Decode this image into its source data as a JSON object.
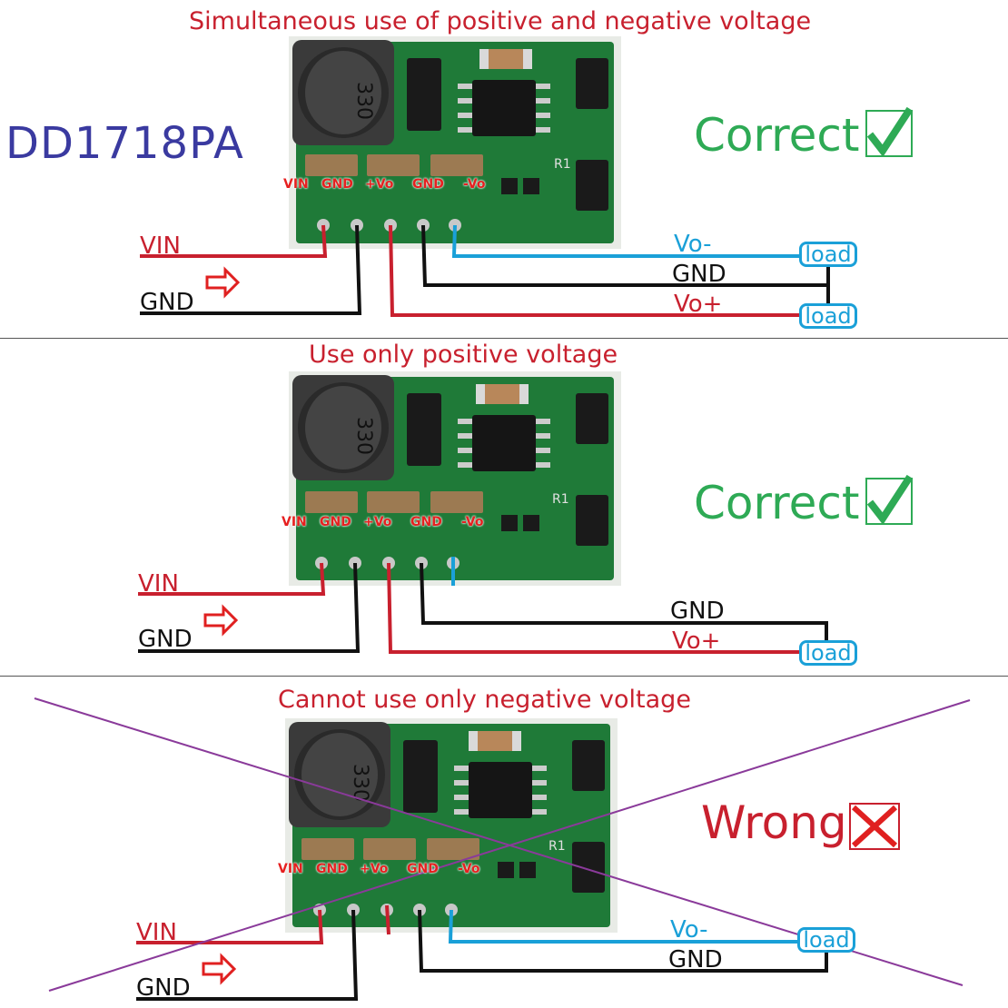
{
  "product_name": "DD1718PA",
  "pin_labels": [
    "VIN",
    "GND",
    "+Vo",
    "GND",
    "-Vo"
  ],
  "inductor_marking": "330",
  "resistor_label": "R1",
  "load_label": "load",
  "colors": {
    "red": "#c8202e",
    "green": "#2eaa55",
    "blue": "#1aa0d8",
    "black": "#111111",
    "pcb": "#1f7a38"
  },
  "panels": [
    {
      "title": "Simultaneous use of positive and negative voltage",
      "verdict": "Correct",
      "verdict_icon": "check-icon",
      "wires": {
        "vin": "VIN",
        "gnd_in": "GND",
        "vo_minus": "Vo-",
        "gnd_out": "GND",
        "vo_plus": "Vo+"
      }
    },
    {
      "title": "Use only positive voltage",
      "verdict": "Correct",
      "verdict_icon": "check-icon",
      "wires": {
        "vin": "VIN",
        "gnd_in": "GND",
        "gnd_out": "GND",
        "vo_plus": "Vo+"
      }
    },
    {
      "title": "Cannot use only negative voltage",
      "verdict": "Wrong",
      "verdict_icon": "cross-icon",
      "wires": {
        "vin": "VIN",
        "gnd_in": "GND",
        "vo_minus": "Vo-",
        "gnd_out": "GND"
      }
    }
  ]
}
